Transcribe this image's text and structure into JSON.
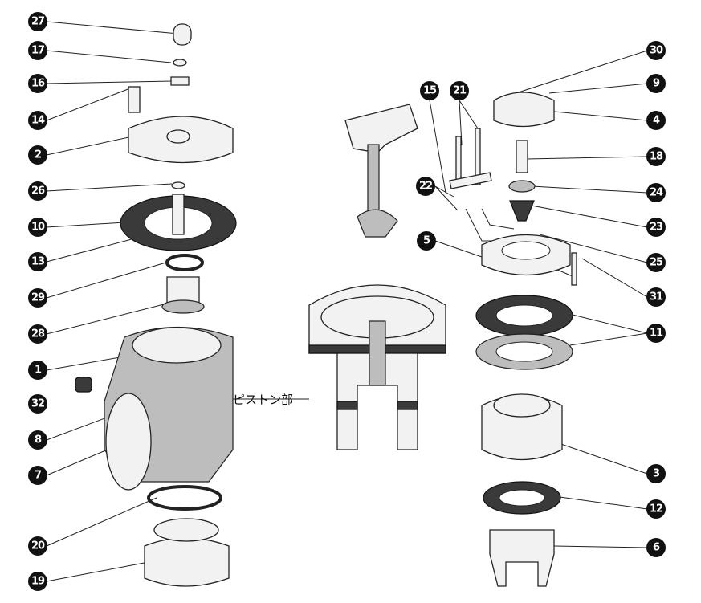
{
  "title": "Exploded parts diagram",
  "piston_label": "ピストン部",
  "labels": {
    "l27": "27",
    "l17": "17",
    "l16": "16",
    "l14": "14",
    "l2": "2",
    "l26": "26",
    "l10": "10",
    "l13": "13",
    "l29": "29",
    "l28": "28",
    "l1": "1",
    "l32": "32",
    "l8": "8",
    "l7": "7",
    "l20": "20",
    "l19": "19",
    "l30": "30",
    "l9": "9",
    "l4": "4",
    "l18": "18",
    "l24": "24",
    "l23": "23",
    "l25": "25",
    "l31": "31",
    "l11": "11",
    "l3": "3",
    "l12": "12",
    "l6": "6",
    "l15": "15",
    "l21": "21",
    "l22": "22",
    "l5": "5"
  }
}
